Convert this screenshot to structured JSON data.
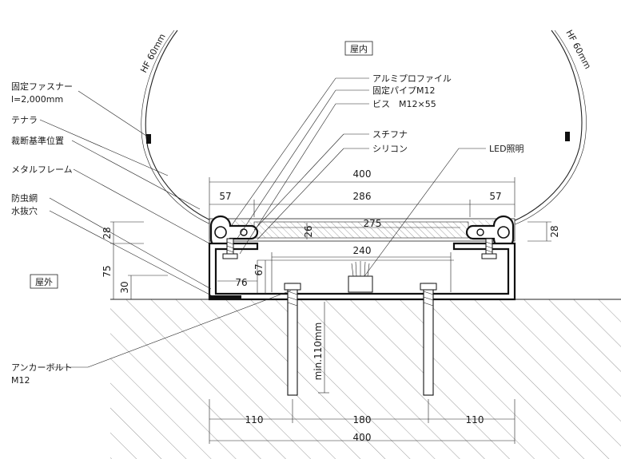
{
  "labels": {
    "indoor": "屋内",
    "outdoor": "屋外",
    "fabric_left": "HF 60mm",
    "fabric_right": "HF 60mm",
    "fastener": "固定ファスナー",
    "fastener_length": "l=2,000mm",
    "tenara": "テナラ",
    "cut_line": "裁断基準位置",
    "metal_frame": "メタルフレーム",
    "insect_net": "防虫網",
    "drain_hole": "水抜穴",
    "anchor_bolt": "アンカーボルト",
    "anchor_bolt_size": "M12",
    "aluminum_profile": "アルミプロファイル",
    "fixed_pipe": "固定パイプM12",
    "screw": "ビス　M12×55",
    "stifuna": "スチフナ",
    "silicone": "シリコン",
    "led": "LED照明"
  },
  "dimensions": {
    "top_overall": "400",
    "left_57": "57",
    "center_286": "286",
    "right_57": "57",
    "inner_275": "275",
    "height_26": "26",
    "inner_240": "240",
    "inner_67": "67",
    "inner_76": "76",
    "left_28": "28",
    "left_75": "75",
    "left_30": "30",
    "right_28": "28",
    "anchor_depth": "min.110mm",
    "bottom_110_left": "110",
    "bottom_180": "180",
    "bottom_110_right": "110",
    "bottom_overall": "400"
  }
}
